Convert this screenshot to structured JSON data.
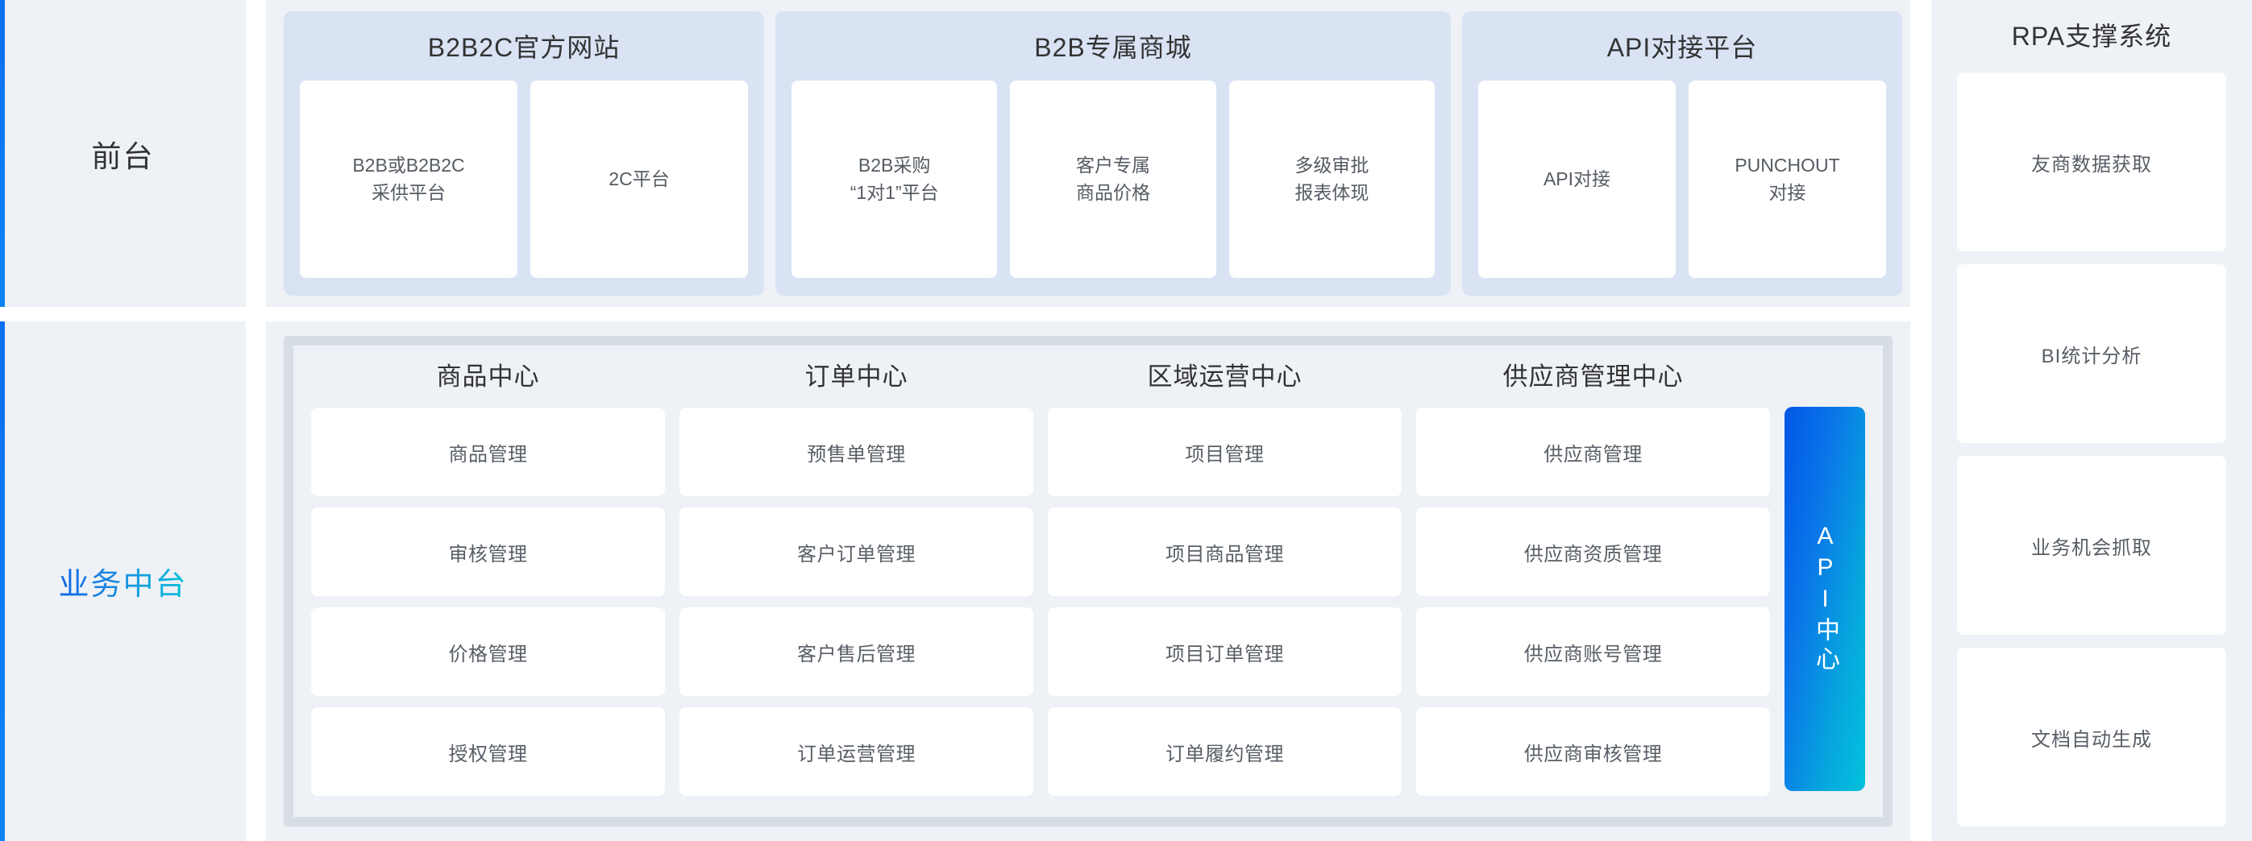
{
  "layers": {
    "front": {
      "label": "前台"
    },
    "middle": {
      "label": "业务中台"
    }
  },
  "front_groups": [
    {
      "title": "B2B2C官方网站",
      "tiles": [
        {
          "lines": [
            "B2B或B2B2C",
            "采供平台"
          ]
        },
        {
          "lines": [
            "2C平台"
          ]
        }
      ]
    },
    {
      "title": "B2B专属商城",
      "tiles": [
        {
          "lines": [
            "B2B采购",
            "“1对1”平台"
          ]
        },
        {
          "lines": [
            "客户专属",
            "商品价格"
          ]
        },
        {
          "lines": [
            "多级审批",
            "报表体现"
          ]
        }
      ]
    },
    {
      "title": "API对接平台",
      "tiles": [
        {
          "lines": [
            "API对接"
          ]
        },
        {
          "lines": [
            "PUNCHOUT",
            "对接"
          ]
        }
      ]
    }
  ],
  "rpa": {
    "title": "RPA支撑系统",
    "items": [
      "友商数据获取",
      "BI统计分析",
      "业务机会抓取",
      "文档自动生成"
    ]
  },
  "middle_columns": [
    {
      "title": "商品中心",
      "items": [
        "商品管理",
        "审核管理",
        "价格管理",
        "授权管理"
      ]
    },
    {
      "title": "订单中心",
      "items": [
        "预售单管理",
        "客户订单管理",
        "客户售后管理",
        "订单运营管理"
      ]
    },
    {
      "title": "区域运营中心",
      "items": [
        "项目管理",
        "项目商品管理",
        "项目订单管理",
        "订单履约管理"
      ]
    },
    {
      "title": "供应商管理中心",
      "items": [
        "供应商管理",
        "供应商资质管理",
        "供应商账号管理",
        "供应商审核管理"
      ]
    }
  ],
  "api_center": {
    "label": "API中心"
  },
  "colors": {
    "page_background": "#ffffff",
    "stage_background": "#eef1f6",
    "front_group_background": "#d9e3f4",
    "card_background": "#ffffff",
    "accent_bar": "#0a74f0",
    "frame_border": "#d7dde4",
    "api_gradient_start": "#0057e7",
    "api_gradient_end": "#03c2de",
    "middle_label_gradient_start": "#1266e8",
    "middle_label_gradient_end": "#06c2d9",
    "title_text": "#333333",
    "card_text": "#585e66"
  }
}
